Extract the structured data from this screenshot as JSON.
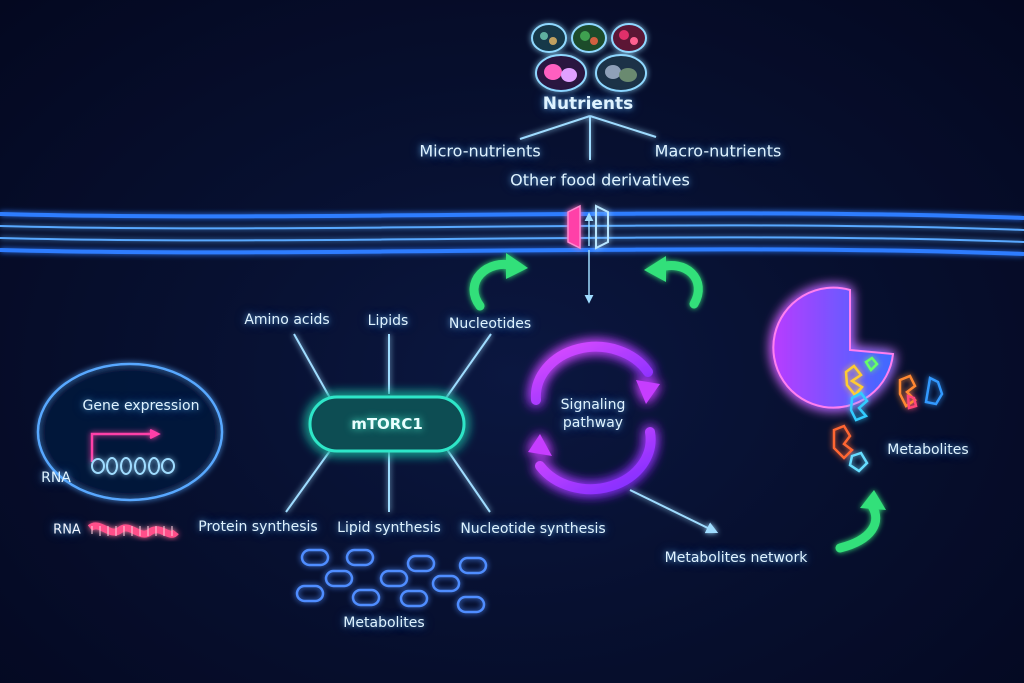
{
  "nutrients": {
    "title": "Nutrients",
    "micro": "Micro-nutrients",
    "macro": "Macro-nutrients",
    "other": "Other food derivatives"
  },
  "mtorc1": {
    "label": "mTORC1",
    "inputs": [
      "Amino acids",
      "Lipids",
      "Nucleotides"
    ],
    "outputs": [
      "Protein synthesis",
      "Lipid synthesis",
      "Nucleotide synthesis"
    ]
  },
  "gene": {
    "title": "Gene expression",
    "rna_label_1": "RNA",
    "rna_label_2": "RNA"
  },
  "signaling": {
    "line1": "Signaling",
    "line2": "pathway"
  },
  "metabolites": {
    "bottom": "Metabolites",
    "right": "Metabolites",
    "network": "Metabolites network"
  },
  "colors": {
    "membrane": "#2f7dff",
    "mtorc1": "#2ee6c8",
    "signaling": "#c63cff",
    "arrow_green": "#33e07a",
    "text_glow": "#7fc8ff"
  }
}
